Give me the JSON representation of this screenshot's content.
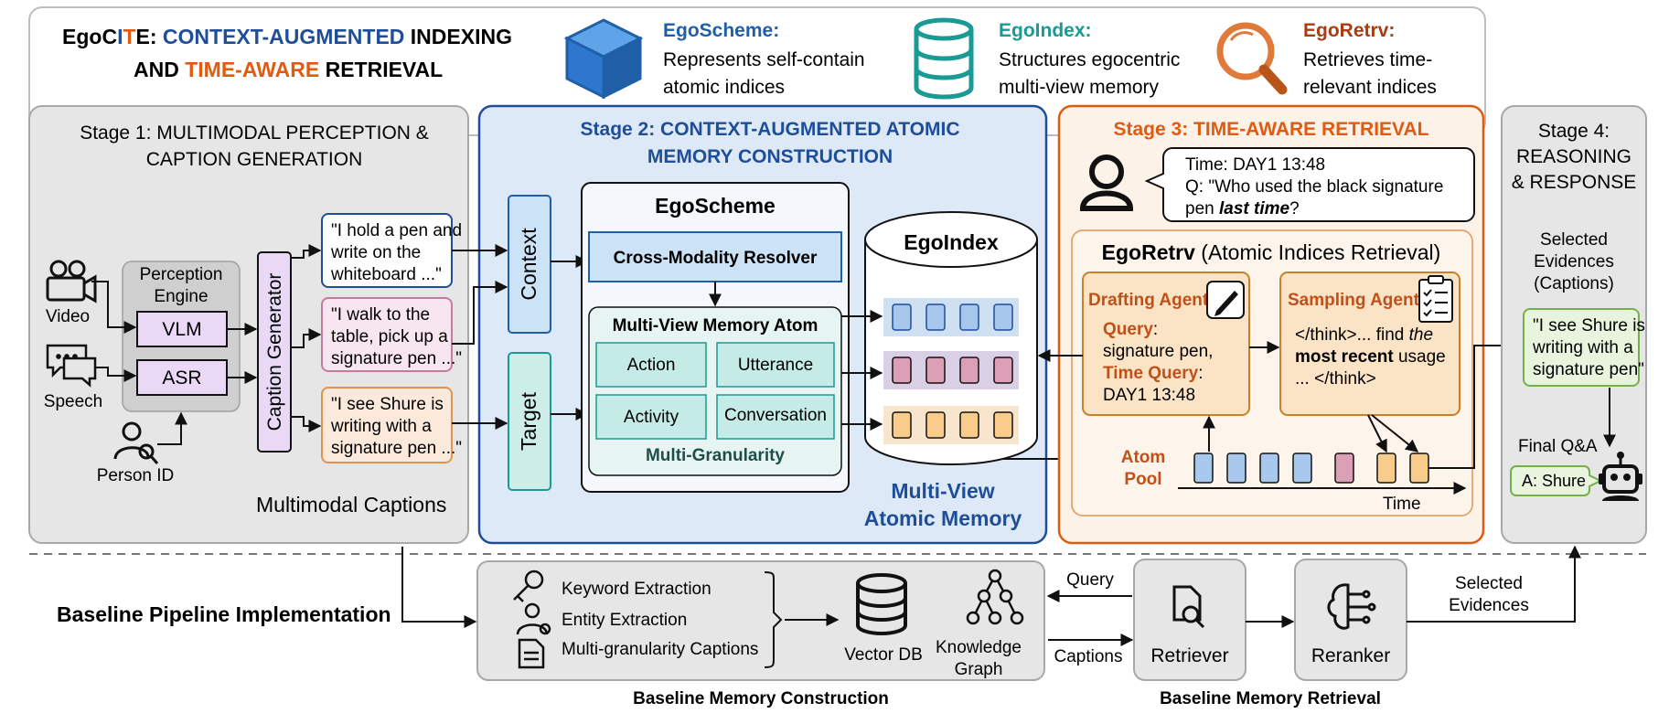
{
  "header": {
    "title_part1": "EgoC",
    "title_i": "I",
    "title_t": "T",
    "title_e_colon": "E: ",
    "title_context": "CONTEXT-AUGMENTED",
    "title_indexing": " INDEXING",
    "title_and": "AND ",
    "title_time": "TIME-AWARE",
    "title_retrieval": " RETRIEVAL",
    "legend": [
      {
        "icon": "cube-icon",
        "name": "EgoScheme:",
        "desc1": "Represents self-contain",
        "desc2": "atomic indices",
        "color": "#1f5fa8"
      },
      {
        "icon": "database-icon",
        "name": "EgoIndex:",
        "desc1": "Structures egocentric",
        "desc2": "multi-view memory",
        "color": "#1a9a94"
      },
      {
        "icon": "magnifier-icon",
        "name": "EgoRetrv:",
        "desc1": "Retrieves time-",
        "desc2": "relevant indices",
        "color": "#c0501a"
      }
    ]
  },
  "stage1": {
    "title1": "Stage 1: MULTIMODAL PERCEPTION &",
    "title2": "CAPTION GENERATION",
    "inputs": {
      "video": "Video",
      "speech": "Speech",
      "person": "Person ID"
    },
    "engine1": "Perception",
    "engine2": "Engine",
    "vlm": "VLM",
    "asr": "ASR",
    "caption_generator": "Caption Generator",
    "captions": [
      [
        "\"I hold a pen and",
        "write on the",
        "whiteboard ...\""
      ],
      [
        "\"I walk to the",
        "table, pick up a",
        "signature pen ...\""
      ],
      [
        "\"I see Shure is",
        "writing with a",
        "signature pen ...\""
      ]
    ],
    "footer": "Multimodal Captions"
  },
  "stage2": {
    "title1": "Stage 2: CONTEXT-AUGMENTED ATOMIC",
    "title2": "MEMORY CONSTRUCTION",
    "context": "Context",
    "target": "Target",
    "egoscheme": "EgoScheme",
    "resolver": "Cross-Modality Resolver",
    "atom_title": "Multi-View Memory Atom",
    "atoms": [
      "Action",
      "Utterance",
      "Activity",
      "Conversation"
    ],
    "granularity": "Multi-Granularity",
    "egoindex": "EgoIndex",
    "footer1": "Multi-View",
    "footer2": "Atomic Memory"
  },
  "stage3": {
    "title": "Stage 3: TIME-AWARE RETRIEVAL",
    "query_time": "Time: DAY1 13:48",
    "query_q": "Q: \"Who used the black signature",
    "query_q2a": "pen ",
    "query_q2b": "last time",
    "query_q2c": "?",
    "egoretrv_bold": "EgoRetrv",
    "egoretrv_rest": " (Atomic Indices Retrieval)",
    "drafting": {
      "title": "Drafting Agent",
      "query_label": "Query",
      "query_colon": ":",
      "query_value": "signature pen,",
      "time_label": "Time Query",
      "time_colon": ":",
      "time_value": "DAY1 13:48"
    },
    "sampling": {
      "title": "Sampling Agent",
      "line1a": "</think>... find ",
      "line1b": "the",
      "line2a": "most recent",
      "line2b": " usage",
      "line3": "... </think>"
    },
    "pool1": "Atom",
    "pool2": "Pool",
    "time_axis": "Time"
  },
  "stage4": {
    "title1": "Stage 4:",
    "title2": "REASONING",
    "title3": "& RESPONSE",
    "sel1": "Selected",
    "sel2": "Evidences",
    "sel3": "(Captions)",
    "ev1": "\"I see Shure is",
    "ev2": "writing with a",
    "ev3": "signature pen\"",
    "final": "Final Q&A",
    "answer": "A: Shure"
  },
  "baseline": {
    "label": "Baseline Pipeline Implementation",
    "keyword": "Keyword Extraction",
    "entity": "Entity Extraction",
    "multigran": "Multi-granularity Captions",
    "vectordb": "Vector DB",
    "kg1": "Knowledge",
    "kg2": "Graph",
    "query": "Query",
    "captions": "Captions",
    "retriever": "Retriever",
    "reranker": "Reranker",
    "selected1": "Selected",
    "selected2": "Evidences",
    "construction": "Baseline Memory Construction",
    "retrieval": "Baseline Memory Retrieval"
  },
  "colors": {
    "blue": "#1f4e99",
    "orange": "#e05a10",
    "teal": "#1a9a94",
    "stage1_bg": "#e6e6e6",
    "stage2_bg": "#dde9f7",
    "stage3_bg": "#fdf2e8"
  }
}
